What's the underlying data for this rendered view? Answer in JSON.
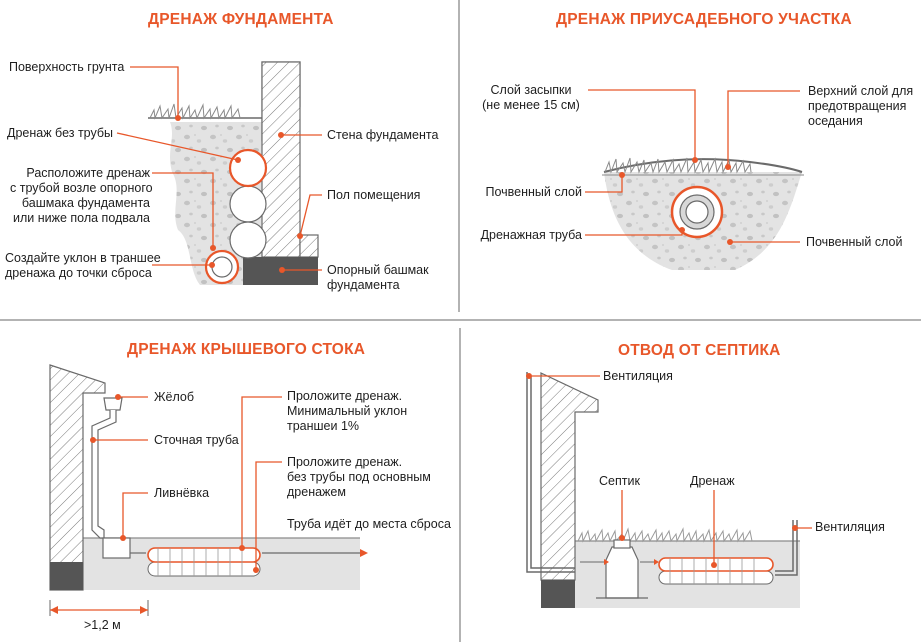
{
  "colors": {
    "accent": "#e8572a",
    "soil": "#e3e3e3",
    "dark": "#555555",
    "line": "#3a3a3a",
    "divider": "#9a9a9a"
  },
  "panels": {
    "foundation": {
      "title": "ДРЕНАЖ ФУНДАМЕНТА",
      "ground_surface": "Поверхность грунта",
      "drain_no_pipe": "Дренаж без трубы",
      "place_drain_1": "Расположите дренаж",
      "place_drain_2": "с трубой возле опорного",
      "place_drain_3": "башмака фундамента",
      "place_drain_4": "или ниже пола подвала",
      "slope_1": "Создайте уклон в траншее",
      "slope_2": "дренажа до точки сброса",
      "wall": "Стена фундамента",
      "floor": "Пол помещения",
      "footing_1": "Опорный башмак",
      "footing_2": "фундамента"
    },
    "yard": {
      "title": "ДРЕНАЖ ПРИУСАДЕБНОГО УЧАСТКА",
      "backfill_1": "Слой засыпки",
      "backfill_2": "(не менее 15 см)",
      "top_layer_1": "Верхний слой для",
      "top_layer_2": "предотвращения",
      "top_layer_3": "оседания",
      "soil_left": "Почвенный слой",
      "drain_pipe": "Дренажная труба",
      "soil_right": "Почвенный слой"
    },
    "roof": {
      "title": "ДРЕНАЖ КРЫШЕВОГО СТОКА",
      "gutter": "Жёлоб",
      "downspout": "Сточная труба",
      "storm_inlet": "Ливнёвка",
      "lay_drain_1": "Проложите дренаж.",
      "lay_drain_2": "Минимальный уклон",
      "lay_drain_3": "траншеи 1%",
      "lay_nopipe_1": "Проложите дренаж.",
      "lay_nopipe_2": "без трубы под основным",
      "lay_nopipe_3": "дренажем",
      "pipe_to_outlet": "Труба идёт до места сброса",
      "distance": ">1,2 м"
    },
    "septic": {
      "title": "ОТВОД ОТ СЕПТИКА",
      "vent_left": "Вентиляция",
      "septic": "Септик",
      "drainage": "Дренаж",
      "vent_right": "Вентиляция"
    }
  }
}
